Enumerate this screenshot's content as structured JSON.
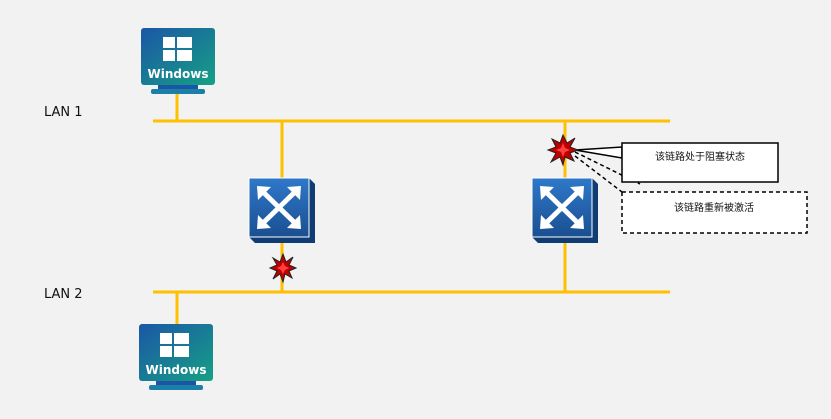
{
  "lans": [
    {
      "label": "LAN 1"
    },
    {
      "label": "LAN 2"
    }
  ],
  "computers": [
    {
      "os_label": "Windows",
      "icon": "windows-monitor-icon"
    },
    {
      "os_label": "Windows",
      "icon": "windows-monitor-icon"
    }
  ],
  "switches": [
    {
      "icon": "switch-icon"
    },
    {
      "icon": "switch-icon"
    }
  ],
  "callouts": {
    "blocked": "该链路处于阻塞状态",
    "reactivated": "该链路重新被激活"
  },
  "colors": {
    "link": "#ffc000",
    "switch": "#1f5fa8",
    "monitor_top": "#1b56a6",
    "monitor_bottom": "#16a085",
    "burst": "#c00000",
    "background": "#f2f2f2"
  }
}
